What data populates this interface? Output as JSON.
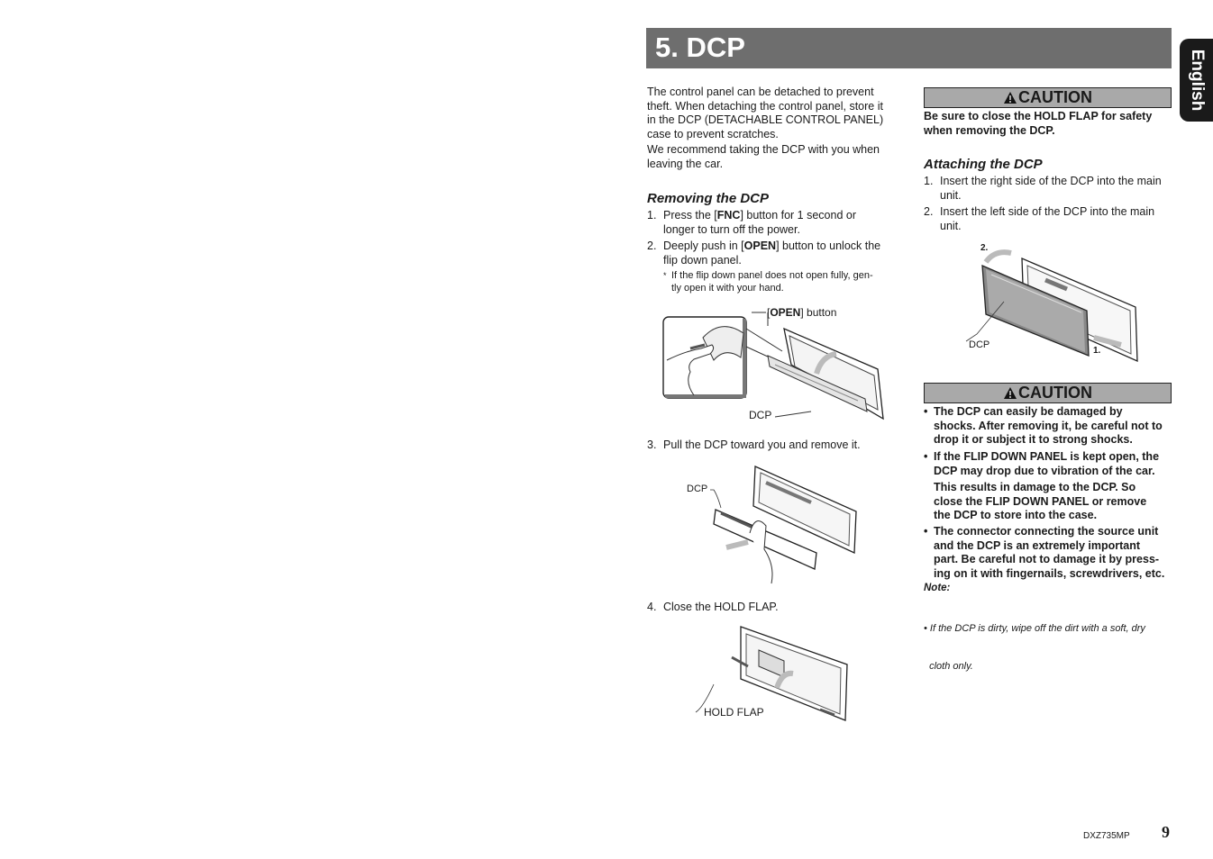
{
  "header": {
    "title": "5. DCP",
    "language_tab": "English"
  },
  "intro": {
    "para1_lines": [
      "The control panel can be detached to prevent",
      "theft. When detaching the control panel, store it",
      "in the DCP (DETACHABLE CONTROL PANEL)",
      "case to prevent scratches."
    ],
    "para2_lines": [
      "We recommend taking the DCP with you when",
      "leaving the car."
    ]
  },
  "removing": {
    "heading": "Removing the DCP",
    "step1": {
      "num": "1.",
      "lines": [
        "Press the [FNC] button for 1 second or",
        "longer to turn off the power."
      ]
    },
    "step2": {
      "num": "2.",
      "lines": [
        "Deeply push in [OPEN] button to unlock the",
        "flip down panel."
      ]
    },
    "step2_note": {
      "mark": "*",
      "lines": [
        "If the flip down panel does not open fully, gen-",
        "tly open it with your hand."
      ]
    },
    "figure1": {
      "open_label_bracket_l": "[",
      "open_label_bold": "OPEN",
      "open_label_rest": "] button",
      "dcp_label": "DCP"
    },
    "step3": {
      "num": "3.",
      "text": "Pull the DCP toward you and remove it."
    },
    "figure2": {
      "dcp_label": "DCP"
    },
    "step4": {
      "num": "4.",
      "text": "Close the HOLD FLAP."
    },
    "figure3": {
      "hold_flap_label": "HOLD FLAP"
    }
  },
  "caution1": {
    "title": "CAUTION",
    "lines": [
      "Be sure to close the HOLD FLAP for safety",
      "when removing the DCP."
    ]
  },
  "attaching": {
    "heading": "Attaching the DCP",
    "step1": {
      "num": "1.",
      "lines": [
        "Insert the right side of the DCP into the main",
        "unit."
      ]
    },
    "step2": {
      "num": "2.",
      "lines": [
        "Insert the left side of the DCP into the main",
        "unit."
      ]
    },
    "figure": {
      "label_1": "1.",
      "label_2": "2.",
      "dcp_label": "DCP"
    }
  },
  "caution2": {
    "title": "CAUTION",
    "bullet1": [
      "The DCP can easily be damaged by",
      "shocks. After removing it, be careful not to",
      "drop it or subject it to strong shocks."
    ],
    "bullet2": [
      "If the FLIP DOWN PANEL is kept open, the",
      "DCP may drop due to vibration of the car."
    ],
    "bullet2_cont": [
      "This results in damage to the DCP. So",
      "close the FLIP DOWN PANEL or remove",
      "the DCP  to store into the case."
    ],
    "bullet3": [
      "The connector connecting the source unit",
      "and the DCP is an extremely important",
      "part. Be careful not to damage it by press-",
      "ing on it with fingernails, screwdrivers, etc."
    ],
    "bullet_char": "•"
  },
  "note": {
    "heading": "Note:",
    "lines": [
      "• If the DCP is dirty, wipe off the dirt with a soft, dry",
      "  cloth only."
    ]
  },
  "footer": {
    "model": "DXZ735MP",
    "page": "9"
  },
  "colors": {
    "banner": "#6e6e6e",
    "caution_fill": "#a9a9a9",
    "tab": "#1a1a1a"
  }
}
